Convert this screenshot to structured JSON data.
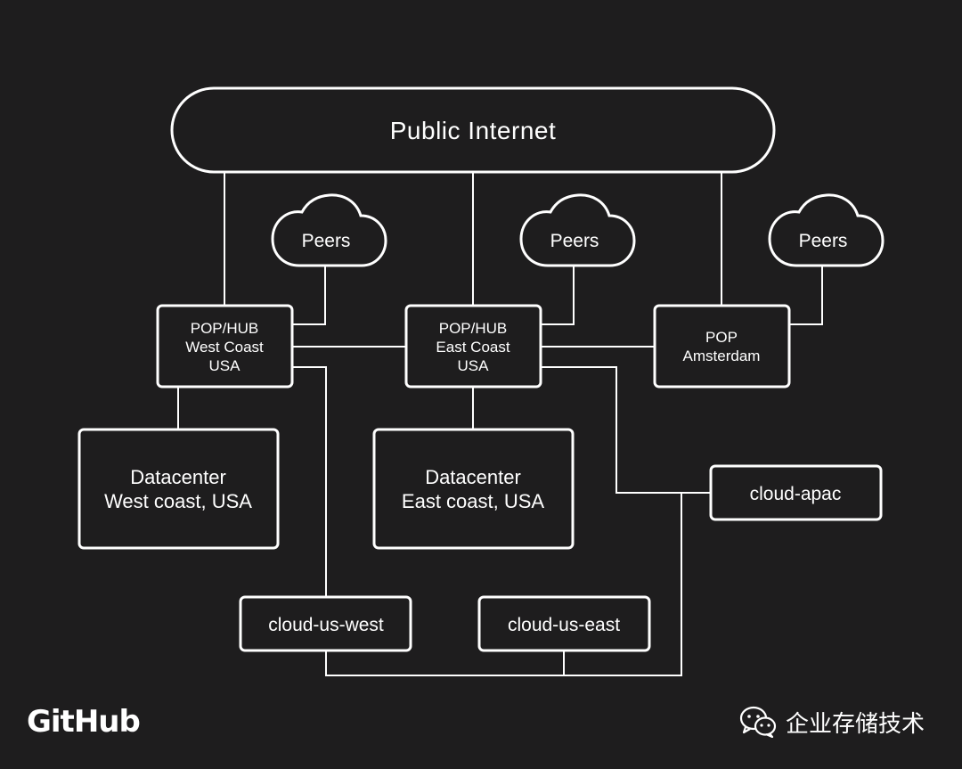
{
  "colors": {
    "background": "#1e1d1e",
    "foreground": "#ffffff"
  },
  "internet": {
    "label": "Public Internet"
  },
  "peers": {
    "left": "Peers",
    "middle": "Peers",
    "right": "Peers"
  },
  "pop_west": {
    "line1": "POP/HUB",
    "line2": "West Coast",
    "line3": "USA"
  },
  "pop_east": {
    "line1": "POP/HUB",
    "line2": "East Coast",
    "line3": "USA"
  },
  "pop_ams": {
    "line1": "POP",
    "line2": "Amsterdam"
  },
  "dc_west": {
    "line1": "Datacenter",
    "line2": "West coast, USA"
  },
  "dc_east": {
    "line1": "Datacenter",
    "line2": "East coast, USA"
  },
  "cloud_apac": {
    "label": "cloud-apac"
  },
  "cloud_us_west": {
    "label": "cloud-us-west"
  },
  "cloud_us_east": {
    "label": "cloud-us-east"
  },
  "brand": {
    "logo_text": "GitHub"
  },
  "watermark": {
    "text": "企业存储技术",
    "icon": "wechat-icon"
  }
}
